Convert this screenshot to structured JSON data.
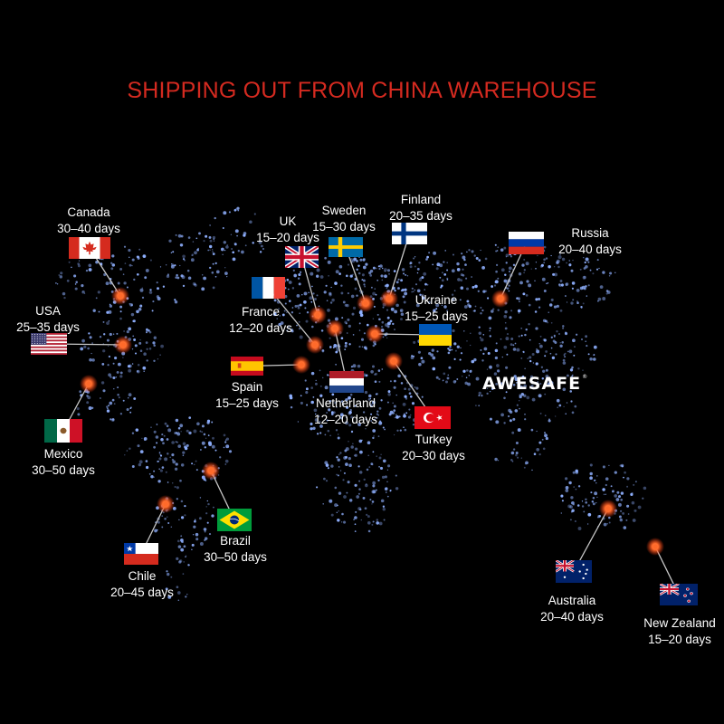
{
  "title": "SHIPPING OUT FROM CHINA WAREHOUSE",
  "brand": "AWESAFE",
  "colors": {
    "title": "#d42a20",
    "dot": "#8fb0ff",
    "marker": "#ff6a2a",
    "line": "#c8c8c8"
  },
  "countries": [
    {
      "name": "Canada",
      "days": "30–40 days",
      "flag": "canada"
    },
    {
      "name": "USA",
      "days": "25–35 days",
      "flag": "usa"
    },
    {
      "name": "Mexico",
      "days": "30–50 days",
      "flag": "mexico"
    },
    {
      "name": "Chile",
      "days": "20–45 days",
      "flag": "chile"
    },
    {
      "name": "Brazil",
      "days": "30–50 days",
      "flag": "brazil"
    },
    {
      "name": "UK",
      "days": "15–20 days",
      "flag": "uk"
    },
    {
      "name": "Sweden",
      "days": "15–30 days",
      "flag": "sweden"
    },
    {
      "name": "Finland",
      "days": "20–35 days",
      "flag": "finland"
    },
    {
      "name": "France",
      "days": "12–20 days",
      "flag": "france"
    },
    {
      "name": "Spain",
      "days": "15–25 days",
      "flag": "spain"
    },
    {
      "name": "Netherland",
      "days": "12–20 days",
      "flag": "netherlands"
    },
    {
      "name": "Ukraine",
      "days": "15–25 days",
      "flag": "ukraine"
    },
    {
      "name": "Turkey",
      "days": "20–30 days",
      "flag": "turkey"
    },
    {
      "name": "Russia",
      "days": "20–40 days",
      "flag": "russia"
    },
    {
      "name": "Australia",
      "days": "20–40 days",
      "flag": "australia"
    },
    {
      "name": "New Zealand",
      "days": "15–20 days",
      "flag": "new-zealand"
    }
  ]
}
